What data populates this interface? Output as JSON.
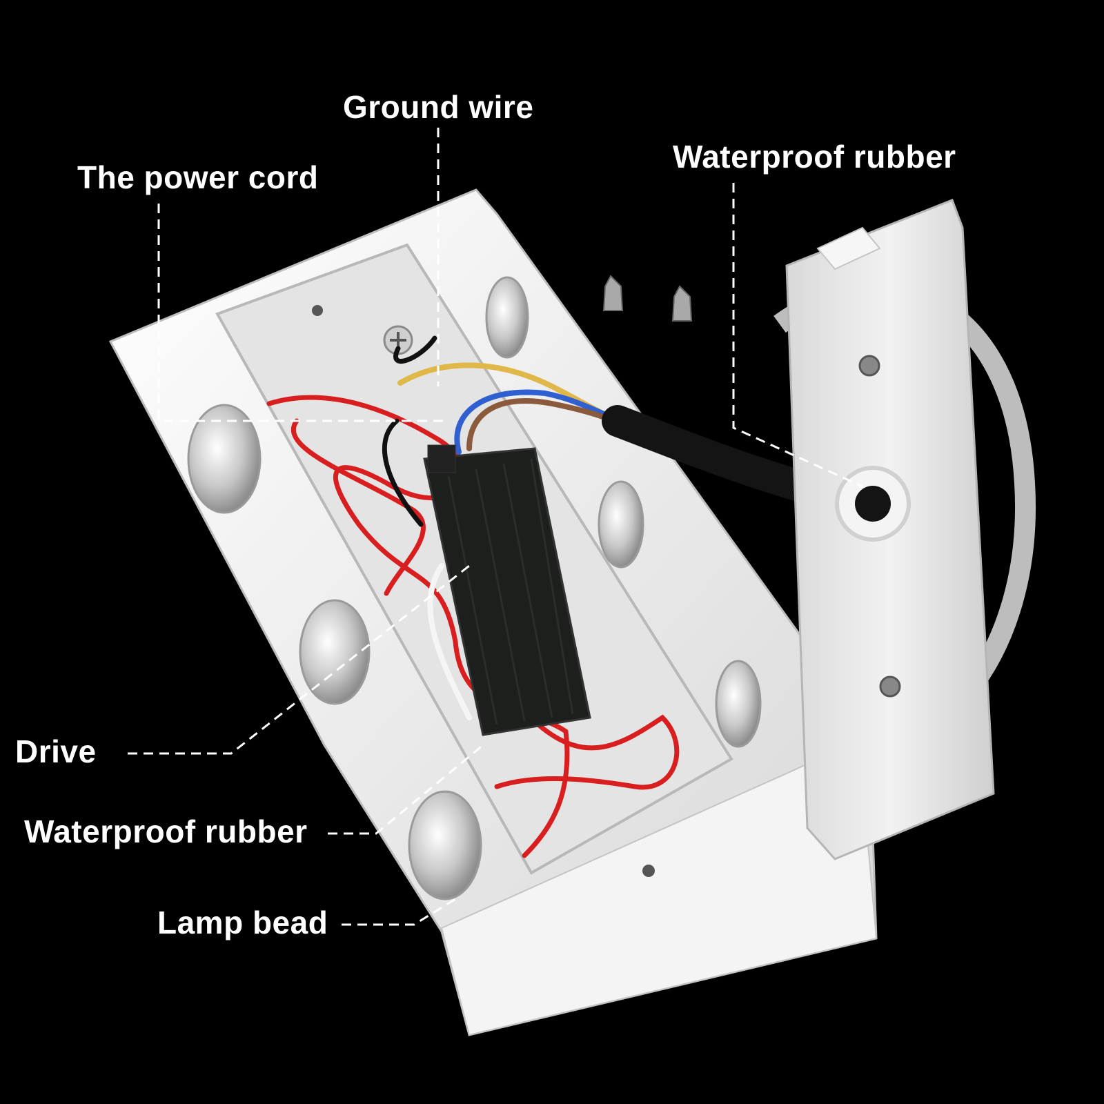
{
  "labels": {
    "ground_wire": "Ground wire",
    "power_cord": "The power cord",
    "waterproof_rubber_top": "Waterproof rubber",
    "drive": "Drive",
    "waterproof_rubber_bottom": "Waterproof rubber",
    "lamp_bead": "Lamp bead"
  },
  "colors": {
    "background": "#000000",
    "housing": "#eeeeee",
    "wire_red": "#d81e1e",
    "wire_black": "#111111",
    "wire_yellow": "#e0b84a",
    "wire_blue": "#2f5fd0",
    "wire_brown": "#8b5a3c",
    "driver_box": "#1c1f1c",
    "label_text": "#ffffff"
  }
}
